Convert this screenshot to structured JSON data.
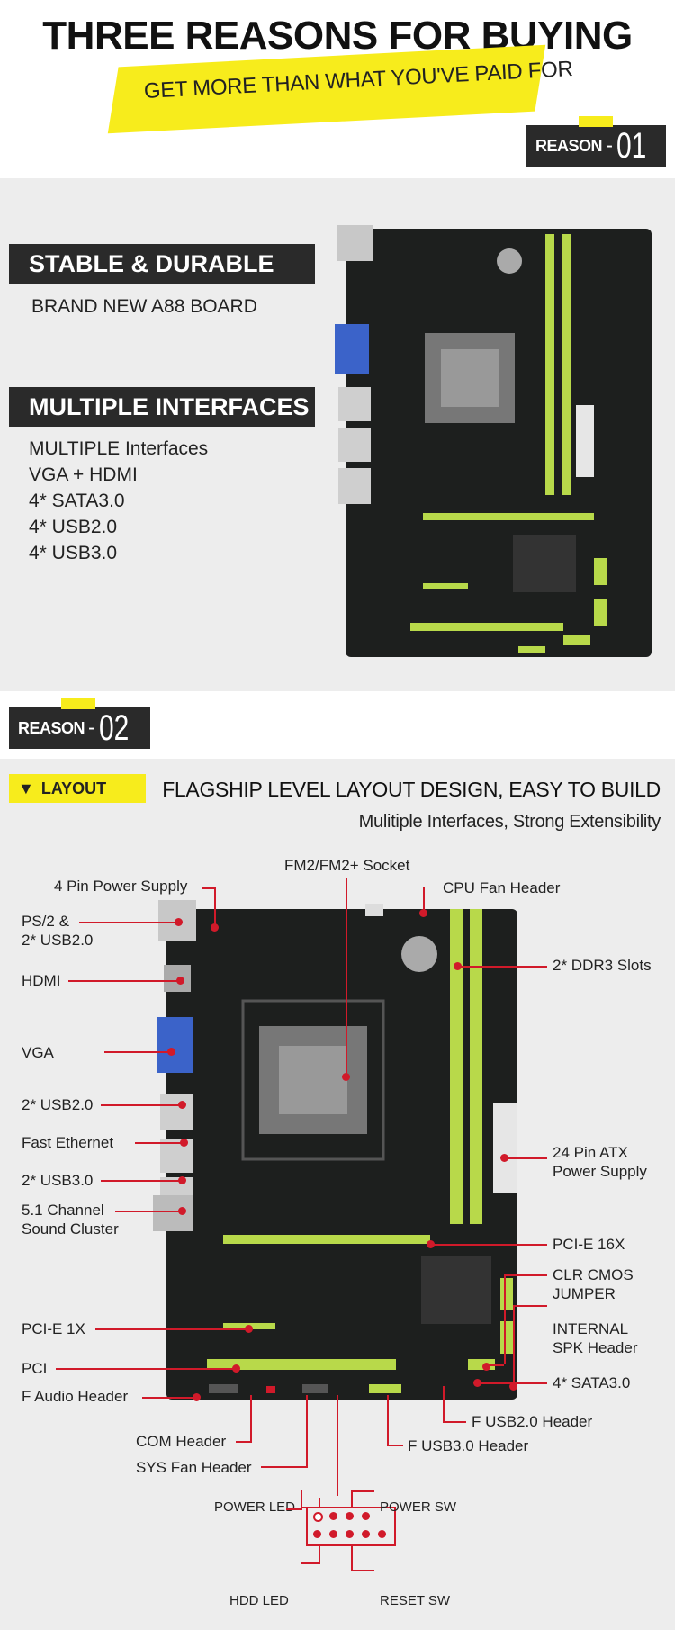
{
  "header": {
    "title": "THREE REASONS FOR BUYING",
    "subtitle": "GET MORE THAN WHAT YOU'VE PAID FOR"
  },
  "reason1": {
    "word": "REASON",
    "dash": "-",
    "number": "01"
  },
  "reason2": {
    "word": "REASON",
    "dash": "-",
    "number": "02"
  },
  "section1": {
    "banner1": "STABLE & DURABLE",
    "banner1_text": "BRAND NEW A88 BOARD",
    "banner2": "MULTIPLE INTERFACES",
    "features": [
      "MULTIPLE Interfaces",
      "VGA + HDMI",
      "4* SATA3.0",
      "4* USB2.0",
      "4* USB3.0"
    ]
  },
  "section2": {
    "tag": "LAYOUT",
    "tag_icon": "triangle-down-icon",
    "title": "FLAGSHIP LEVEL LAYOUT DESIGN, EASY TO BUILD",
    "subtitle": "Mulitiple Interfaces, Strong Extensibility"
  },
  "labels": {
    "socket": "FM2/FM2+ Socket",
    "power4": "4 Pin Power Supply",
    "cpu_fan": "CPU Fan Header",
    "ps2_1": "PS/2  &",
    "ps2_2": "2* USB2.0",
    "hdmi": "HDMI",
    "ddr3": "2* DDR3 Slots",
    "vga": "VGA",
    "usb2": "2* USB2.0",
    "ethernet": "Fast Ethernet",
    "atx_1": "24 Pin ATX",
    "atx_2": "Power Supply",
    "usb3": "2* USB3.0",
    "sound_1": "5.1 Channel",
    "sound_2": "Sound Cluster",
    "pcie16": "PCI-E 16X",
    "clr_1": "CLR CMOS",
    "clr_2": "JUMPER",
    "pcie1": "PCI-E 1X",
    "spk_1": "INTERNAL",
    "spk_2": "SPK Header",
    "pci": "PCI",
    "sata": "4* SATA3.0",
    "faudio": "F Audio Header",
    "fusb2": "F USB2.0 Header",
    "com": "COM Header",
    "fusb3": "F USB3.0 Header",
    "sysfan": "SYS Fan Header",
    "power_led": "POWER LED",
    "power_sw": "POWER SW",
    "hdd_led": "HDD LED",
    "reset_sw": "RESET SW"
  },
  "colors": {
    "accent_yellow": "#f7ec1c",
    "callout_red": "#d11a2a",
    "dark": "#2a2a2a",
    "slot_green": "#b8d94a"
  }
}
